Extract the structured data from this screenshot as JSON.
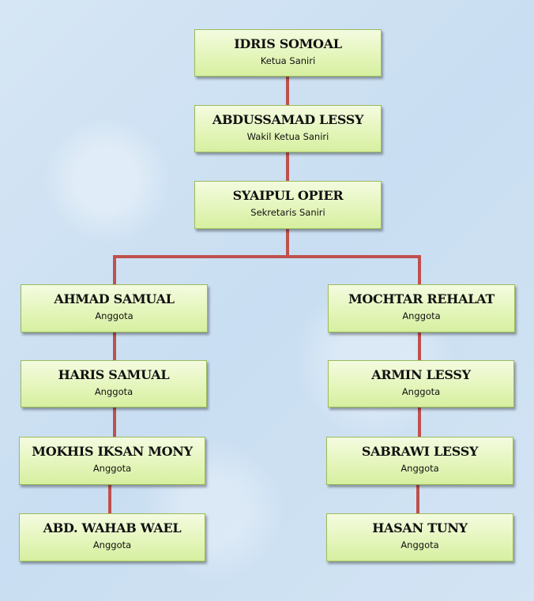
{
  "nodes": [
    {
      "name": "IDRIS SOMOAL",
      "role": "Ketua Saniri"
    },
    {
      "name": "ABDUSSAMAD LESSY",
      "role": "Wakil Ketua Saniri"
    },
    {
      "name": "SYAIPUL OPIER",
      "role": "Sekretaris Saniri"
    },
    {
      "name": "AHMAD SAMUAL",
      "role": "Anggota"
    },
    {
      "name": "HARIS SAMUAL",
      "role": "Anggota"
    },
    {
      "name": "MOKHIS IKSAN MONY",
      "role": "Anggota"
    },
    {
      "name": "ABD. WAHAB WAEL",
      "role": "Anggota"
    },
    {
      "name": "MOCHTAR REHALAT",
      "role": "Anggota"
    },
    {
      "name": "ARMIN LESSY",
      "role": "Anggota"
    },
    {
      "name": "SABRAWI LESSY",
      "role": "Anggota"
    },
    {
      "name": "HASAN TUNY",
      "role": "Anggota"
    }
  ],
  "colors": {
    "connector": "#c0504d",
    "node_border": "#9bbb59"
  }
}
